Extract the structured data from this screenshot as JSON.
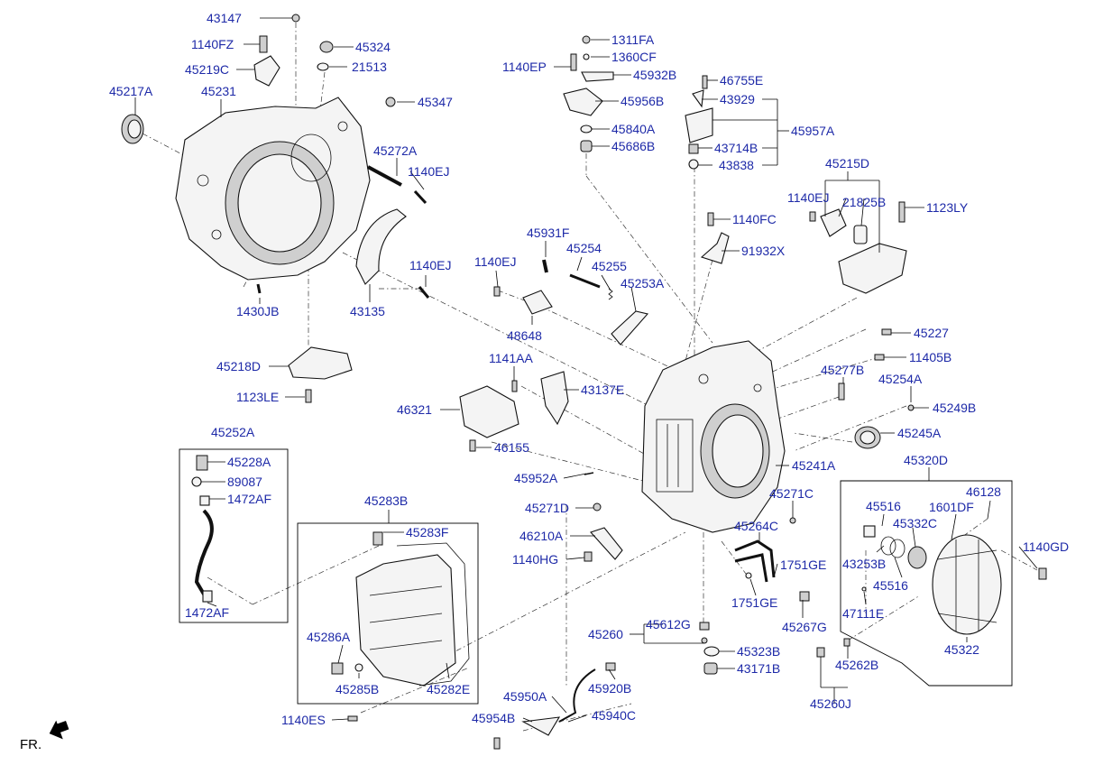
{
  "labels": {
    "p43147": "43147",
    "p1140FZ": "1140FZ",
    "p45324": "45324",
    "p45219C": "45219C",
    "p21513": "21513",
    "p45217A": "45217A",
    "p45231": "45231",
    "p45347": "45347",
    "p45272A": "45272A",
    "p1140EJ_a": "1140EJ",
    "p1140EJ_b": "1140EJ",
    "p1430JB": "1430JB",
    "p43135": "43135",
    "p45218D": "45218D",
    "p1123LE": "1123LE",
    "p45252A": "45252A",
    "p45228A": "45228A",
    "p89087": "89087",
    "p1472AF_a": "1472AF",
    "p1472AF_b": "1472AF",
    "p1311FA": "1311FA",
    "p1140EP": "1140EP",
    "p1360CF": "1360CF",
    "p45932B": "45932B",
    "p45956B": "45956B",
    "p45840A": "45840A",
    "p45686B": "45686B",
    "p46755E": "46755E",
    "p43929": "43929",
    "p45957A": "45957A",
    "p43714B": "43714B",
    "p43838": "43838",
    "p45215D": "45215D",
    "p1140EJ_c": "1140EJ",
    "p21825B": "21825B",
    "p1123LY": "1123LY",
    "p1140FC": "1140FC",
    "p91932X": "91932X",
    "p45931F": "45931F",
    "p45254": "45254",
    "p45255": "45255",
    "p1140EJ_d": "1140EJ",
    "p45253A": "45253A",
    "p48648": "48648",
    "p1141AA": "1141AA",
    "p43137E": "43137E",
    "p46321": "46321",
    "p46155": "46155",
    "p45952A": "45952A",
    "p45271D": "45271D",
    "p46210A": "46210A",
    "p1140HG": "1140HG",
    "p45227": "45227",
    "p11405B": "11405B",
    "p45277B": "45277B",
    "p45254A": "45254A",
    "p45249B": "45249B",
    "p45245A": "45245A",
    "p45241A": "45241A",
    "p45271C": "45271C",
    "p45264C": "45264C",
    "p1751GE_a": "1751GE",
    "p1751GE_b": "1751GE",
    "p45267G": "45267G",
    "p45320D": "45320D",
    "p45516_a": "45516",
    "p46128": "46128",
    "p1601DF": "1601DF",
    "p45332C": "45332C",
    "p43253B": "43253B",
    "p45516_b": "45516",
    "p47111E": "47111E",
    "p45322": "45322",
    "p1140GD": "1140GD",
    "p45283B": "45283B",
    "p45283F": "45283F",
    "p45286A": "45286A",
    "p45285B": "45285B",
    "p45282E": "45282E",
    "p1140ES": "1140ES",
    "p45260": "45260",
    "p45612G": "45612G",
    "p45323B": "45323B",
    "p43171B": "43171B",
    "p45950A": "45950A",
    "p45920B": "45920B",
    "p45954B": "45954B",
    "p45940C": "45940C",
    "p45262B": "45262B",
    "p45260J": "45260J",
    "fr": "FR."
  },
  "colors": {
    "label": "#1e2aa8",
    "line": "#000000"
  },
  "icons": {
    "front_arrow": "arrow-left-down-icon"
  }
}
